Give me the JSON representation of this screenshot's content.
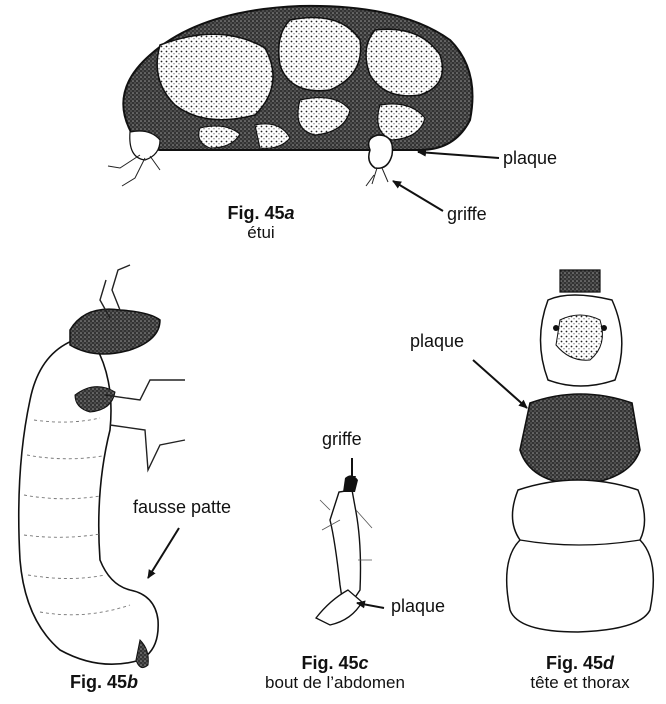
{
  "fig_a": {
    "fig_prefix": "Fig. 45",
    "fig_letter": "a",
    "subtitle": "étui",
    "labels": {
      "plaque": "plaque",
      "griffe": "griffe"
    }
  },
  "fig_b": {
    "fig_prefix": "Fig. 45",
    "fig_letter": "b",
    "labels": {
      "fausse_patte": "fausse patte"
    }
  },
  "fig_c": {
    "fig_prefix": "Fig. 45",
    "fig_letter": "c",
    "subtitle": "bout de l’abdomen",
    "labels": {
      "griffe": "griffe",
      "plaque": "plaque"
    }
  },
  "fig_d": {
    "fig_prefix": "Fig. 45",
    "fig_letter": "d",
    "subtitle": "tête et thorax",
    "labels": {
      "plaque": "plaque"
    }
  }
}
